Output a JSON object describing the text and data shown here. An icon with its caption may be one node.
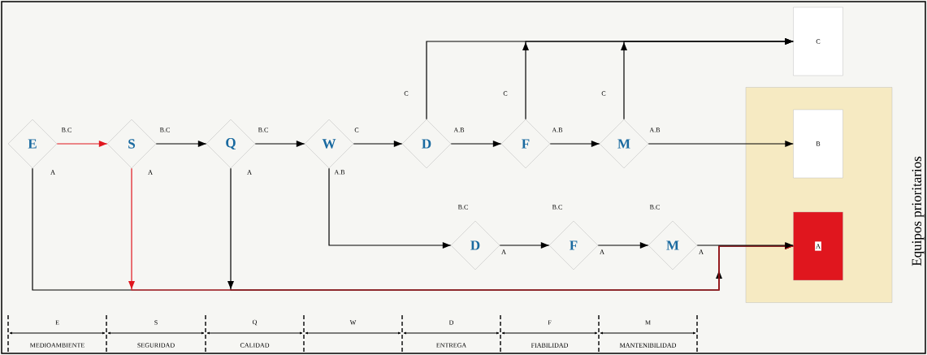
{
  "diagram": {
    "nodes": [
      {
        "text": [
          "E"
        ]
      },
      {
        "text": [
          "S"
        ]
      },
      {
        "text": [
          "Q"
        ]
      },
      {
        "text": [
          "W"
        ]
      },
      {
        "text": [
          "D"
        ]
      },
      {
        "text": [
          "F"
        ]
      },
      {
        "text": [
          "M"
        ]
      },
      {
        "text": [
          "D"
        ],
        "beside": [
          "B.C"
        ]
      },
      {
        "text": [
          "F"
        ],
        "beside": [
          "B.C"
        ]
      },
      {
        "text": [
          "M"
        ],
        "beside": [
          "B.C"
        ]
      },
      {
        "text": [
          "Equipos prioritarios"
        ]
      },
      {
        "text": [
          "C"
        ]
      },
      {
        "text": [
          "B"
        ],
        "in": 10
      },
      {
        "text": [
          "A"
        ],
        "in": 10
      }
    ],
    "edges": [
      {
        "from": 0,
        "to": 1,
        "arrow": "to",
        "label": "B.C",
        "color": "#e0161e"
      },
      {
        "from": 1,
        "to": 2,
        "arrow": "to",
        "label": "B.C"
      },
      {
        "from": 2,
        "to": 3,
        "arrow": "to",
        "label": "B.C"
      },
      {
        "from": 3,
        "to": 4,
        "arrow": "to",
        "label": "C"
      },
      {
        "from": 4,
        "to": 5,
        "arrow": "to",
        "label": "A.B"
      },
      {
        "from": 5,
        "to": 6,
        "arrow": "to",
        "label": "A.B"
      },
      {
        "from": 6,
        "to": 12,
        "arrow": "to",
        "label": "A.B"
      },
      {
        "from": 4,
        "to": 11,
        "arrow": "to",
        "label": "C"
      },
      {
        "from": 5,
        "to": 11,
        "arrow": "to",
        "label": "C"
      },
      {
        "from": 6,
        "to": 11,
        "arrow": "to",
        "label": "C"
      },
      {
        "from": 3,
        "to": 7,
        "arrow": "to",
        "label": "A.B"
      },
      {
        "from": 7,
        "to": 8,
        "arrow": "to",
        "label": "A"
      },
      {
        "from": 8,
        "to": 9,
        "arrow": "to",
        "label": "A"
      },
      {
        "from": 9,
        "to": 13,
        "arrow": "to",
        "label": "A"
      },
      {
        "from": 0,
        "to": 13,
        "arrow": "to",
        "label": "A"
      },
      {
        "from": 1,
        "to": 13,
        "arrow": "to",
        "label": "A",
        "color": "#e0161e"
      },
      {
        "from": 2,
        "to": 13,
        "arrow": "to",
        "label": "A"
      }
    ],
    "labels": [
      "E",
      "S",
      "Q",
      "W",
      "D",
      "F",
      "M",
      "MEDIOAMBIENTE",
      "SEGURIDAD",
      "CALIDAD",
      "ENTREGA",
      "FIABILIDAD",
      "MANTENIBILIDAD"
    ]
  }
}
